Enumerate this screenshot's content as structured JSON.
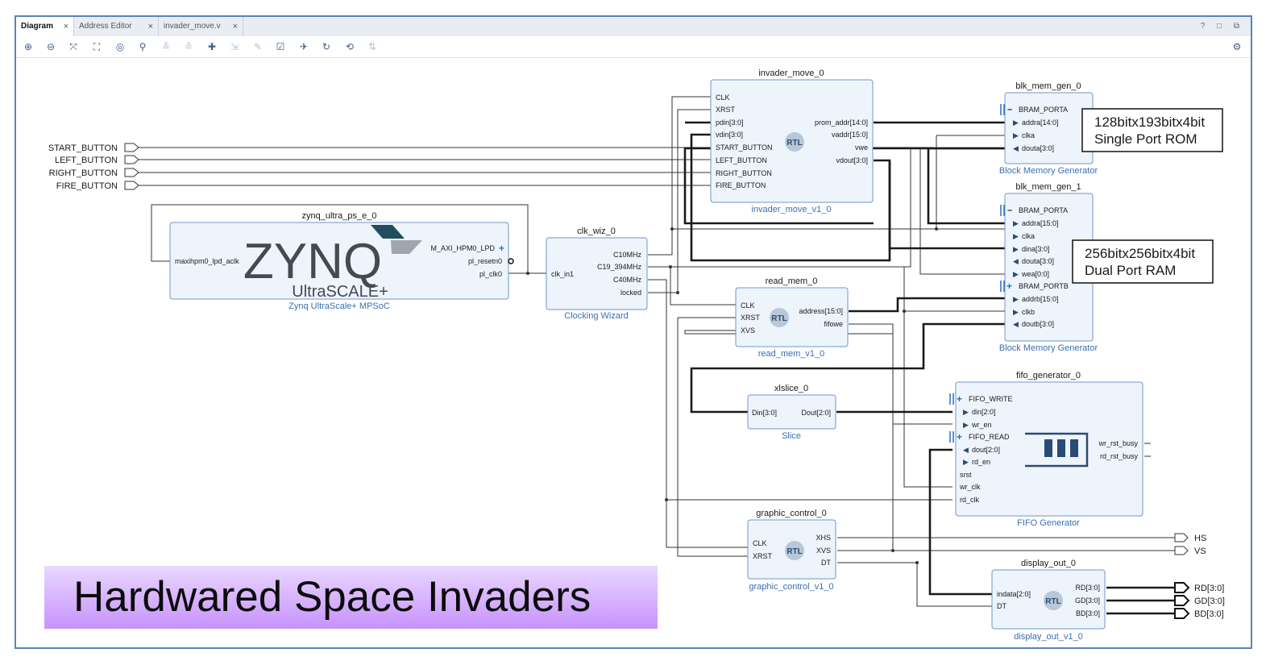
{
  "tabs": [
    {
      "label": "Diagram",
      "active": true
    },
    {
      "label": "Address Editor"
    },
    {
      "label": "invader_move.v"
    }
  ],
  "window_controls": "? □ ⧉",
  "toolbar": {
    "icons": [
      "zoom-in-icon",
      "zoom-out-icon",
      "fit-view-icon",
      "zoom-area-icon",
      "center-icon",
      "search-icon",
      "collapse-icon",
      "expand-icon",
      "add-ip-icon",
      "connect-icon",
      "wrench-icon",
      "validate-icon",
      "route-icon",
      "refresh-icon",
      "regenerate-icon",
      "disabled-icon"
    ],
    "settings": "gear-icon"
  },
  "external_ports": {
    "start": "START_BUTTON",
    "left": "LEFT_BUTTON",
    "right": "RIGHT_BUTTON",
    "fire": "FIRE_BUTTON",
    "hs": "HS",
    "vs": "VS",
    "rd": "RD[3:0]",
    "gd": "GD[3:0]",
    "bd": "BD[3:0]"
  },
  "blocks": {
    "zynq": {
      "name": "zynq_ultra_ps_e_0",
      "sub": "Zynq UltraScale+ MPSoC",
      "logo": "ZYNQ",
      "logo2": "UltraSCALE+",
      "ports": {
        "aclk": "maxihpm0_lpd_aclk",
        "axi": "M_AXI_HPM0_LPD",
        "resetn": "pl_resetn0",
        "clk": "pl_clk0"
      }
    },
    "clk": {
      "name": "clk_wiz_0",
      "sub": "Clocking Wizard",
      "ports": {
        "in": "clk_in1",
        "c10": "C10MHz",
        "c19": "C19_394MHz",
        "c40": "C40MHz",
        "locked": "locked"
      }
    },
    "inv": {
      "name": "invader_move_0",
      "sub": "invader_move_v1_0",
      "rtl": "RTL",
      "ports": {
        "clk": "CLK",
        "xrst": "XRST",
        "pdin": "pdin[3:0]",
        "vdin": "vdin[3:0]",
        "start": "START_BUTTON",
        "left": "LEFT_BUTTON",
        "right": "RIGHT_BUTTON",
        "fire": "FIRE_BUTTON",
        "paddr": "prom_addr[14:0]",
        "vaddr": "vaddr[15:0]",
        "vwe": "vwe",
        "vdout": "vdout[3:0]"
      }
    },
    "bm0": {
      "name": "blk_mem_gen_0",
      "sub": "Block Memory Generator",
      "ports": {
        "porta": "BRAM_PORTA",
        "addra": "addra[14:0]",
        "clka": "clka",
        "douta": "douta[3:0]"
      }
    },
    "bm1": {
      "name": "blk_mem_gen_1",
      "sub": "Block Memory Generator",
      "ports": {
        "porta": "BRAM_PORTA",
        "addra": "addra[15:0]",
        "clka": "clka",
        "dina": "dina[3:0]",
        "douta": "douta[3:0]",
        "wea": "wea[0:0]",
        "portb": "BRAM_PORTB",
        "addrb": "addrb[15:0]",
        "clkb": "clkb",
        "doutb": "doutb[3:0]"
      }
    },
    "rm": {
      "name": "read_mem_0",
      "sub": "read_mem_v1_0",
      "rtl": "RTL",
      "ports": {
        "clk": "CLK",
        "xrst": "XRST",
        "xvs": "XVS",
        "addr": "address[15:0]",
        "fifowe": "fifowe"
      }
    },
    "xs": {
      "name": "xlslice_0",
      "sub": "Slice",
      "ports": {
        "din": "Din[3:0]",
        "dout": "Dout[2:0]"
      }
    },
    "fifo": {
      "name": "fifo_generator_0",
      "sub": "FIFO Generator",
      "ports": {
        "write": "FIFO_WRITE",
        "din": "din[2:0]",
        "wren": "wr_en",
        "read": "FIFO_READ",
        "dout": "dout[2:0]",
        "rden": "rd_en",
        "srst": "srst",
        "wrclk": "wr_clk",
        "rdclk": "rd_clk",
        "wrbusy": "wr_rst_busy",
        "rdbusy": "rd_rst_busy"
      }
    },
    "gc": {
      "name": "graphic_control_0",
      "sub": "graphic_control_v1_0",
      "rtl": "RTL",
      "ports": {
        "clk": "CLK",
        "xrst": "XRST",
        "xhs": "XHS",
        "xvs": "XVS",
        "dt": "DT"
      }
    },
    "disp": {
      "name": "display_out_0",
      "sub": "display_out_v1_0",
      "rtl": "RTL",
      "ports": {
        "indata": "indata[2:0]",
        "dt": "DT",
        "rd": "RD[3:0]",
        "gd": "GD[3:0]",
        "bd": "BD[3:0]"
      }
    }
  },
  "notes": {
    "rom1": "128bitx193bitx4bit",
    "rom2": "Single Port ROM",
    "ram1": "256bitx256bitx4bit",
    "ram2": "Dual Port RAM"
  },
  "banner": "Hardwared Space Invaders"
}
